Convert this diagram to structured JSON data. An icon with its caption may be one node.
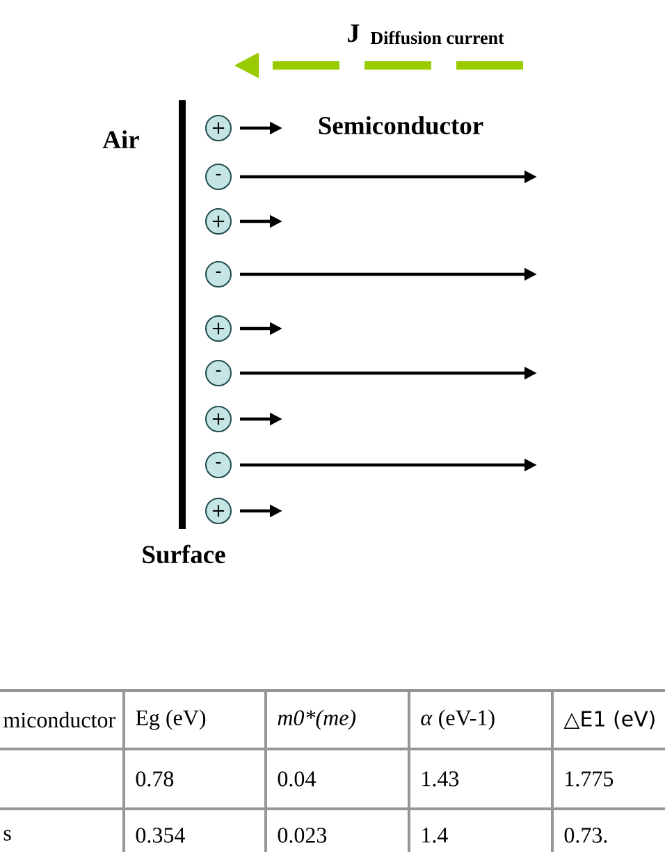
{
  "diagram": {
    "nodes": [
      {
        "text": [
          "+"
        ]
      },
      {
        "text": [
          "-"
        ]
      },
      {
        "text": [
          "+"
        ]
      },
      {
        "text": [
          "-"
        ]
      },
      {
        "text": [
          "+"
        ]
      },
      {
        "text": [
          "-"
        ]
      },
      {
        "text": [
          "+"
        ]
      },
      {
        "text": [
          "-"
        ]
      },
      {
        "text": [
          "+"
        ]
      }
    ],
    "edges": [
      {
        "from": 0,
        "to": null,
        "arrow": "to"
      },
      {
        "from": 1,
        "to": null,
        "arrow": "to"
      },
      {
        "from": 2,
        "to": null,
        "arrow": "to"
      },
      {
        "from": 3,
        "to": null,
        "arrow": "to"
      },
      {
        "from": 4,
        "to": null,
        "arrow": "to"
      },
      {
        "from": 5,
        "to": null,
        "arrow": "to"
      },
      {
        "from": 6,
        "to": null,
        "arrow": "to"
      },
      {
        "from": 7,
        "to": null,
        "arrow": "to"
      },
      {
        "from": 8,
        "to": null,
        "arrow": "to"
      }
    ],
    "labels": [
      "J",
      "Diffusion current",
      "Air",
      "Semiconductor",
      "Surface",
      "miconductor",
      "Eg (eV)",
      "m0*(me)",
      "*α* (eV-1)",
      "△E1 (eV)",
      "0.78",
      "0.04",
      "1.43",
      "1.775",
      "s",
      "0.354",
      "0.023",
      "1.4",
      "0.73."
    ]
  }
}
